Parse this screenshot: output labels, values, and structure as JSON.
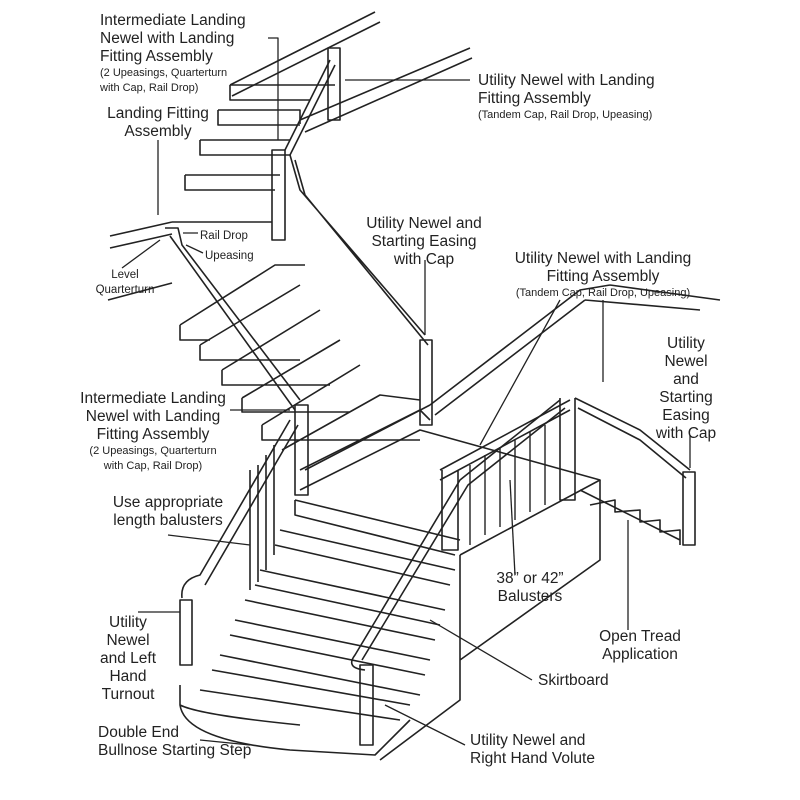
{
  "labels": {
    "top_intermediate": {
      "lines": [
        "Intermediate Landing",
        "Newel with Landing",
        "Fitting Assembly"
      ],
      "sub": [
        "(2 Upeasings, Quarterturn",
        "with Cap, Rail Drop)"
      ]
    },
    "landing_fitting": {
      "lines": [
        "Landing Fitting",
        "Assembly"
      ]
    },
    "rail_drop": "Rail Drop",
    "upeasing": "Upeasing",
    "level_quarterturn": {
      "lines": [
        "Level",
        "Quarterturn"
      ]
    },
    "top_utility_landing": {
      "lines": [
        "Utility Newel with Landing",
        "Fitting Assembly"
      ],
      "sub": [
        "(Tandem Cap, Rail Drop, Upeasing)"
      ]
    },
    "utility_starting_mid": {
      "lines": [
        "Utility Newel and",
        "Starting Easing",
        "with Cap"
      ]
    },
    "right_utility_landing": {
      "lines": [
        "Utility Newel with Landing",
        "Fitting Assembly"
      ],
      "sub": [
        "(Tandem Cap, Rail Drop, Upeasing)"
      ]
    },
    "right_utility_starting": {
      "lines": [
        "Utility",
        "Newel",
        "and",
        "Starting",
        "Easing",
        "with Cap"
      ]
    },
    "mid_intermediate": {
      "lines": [
        "Intermediate Landing",
        "Newel with Landing",
        "Fitting Assembly"
      ],
      "sub": [
        "(2 Upeasings, Quarterturn",
        "with Cap, Rail Drop)"
      ]
    },
    "appropriate_balusters": {
      "lines": [
        "Use appropriate",
        "length balusters"
      ]
    },
    "balusters_38_42": {
      "lines": [
        "38” or 42”",
        "Balusters"
      ]
    },
    "open_tread": {
      "lines": [
        "Open Tread",
        "Application"
      ]
    },
    "left_turnout": {
      "lines": [
        "Utility",
        "Newel",
        "and Left",
        "Hand",
        "Turnout"
      ]
    },
    "skirtboard": "Skirtboard",
    "bullnose": {
      "lines": [
        "Double End",
        "Bullnose Starting Step"
      ]
    },
    "right_volute": {
      "lines": [
        "Utility Newel and",
        "Right Hand Volute"
      ]
    }
  },
  "colors": {
    "line": "#222222",
    "background": "#ffffff"
  }
}
